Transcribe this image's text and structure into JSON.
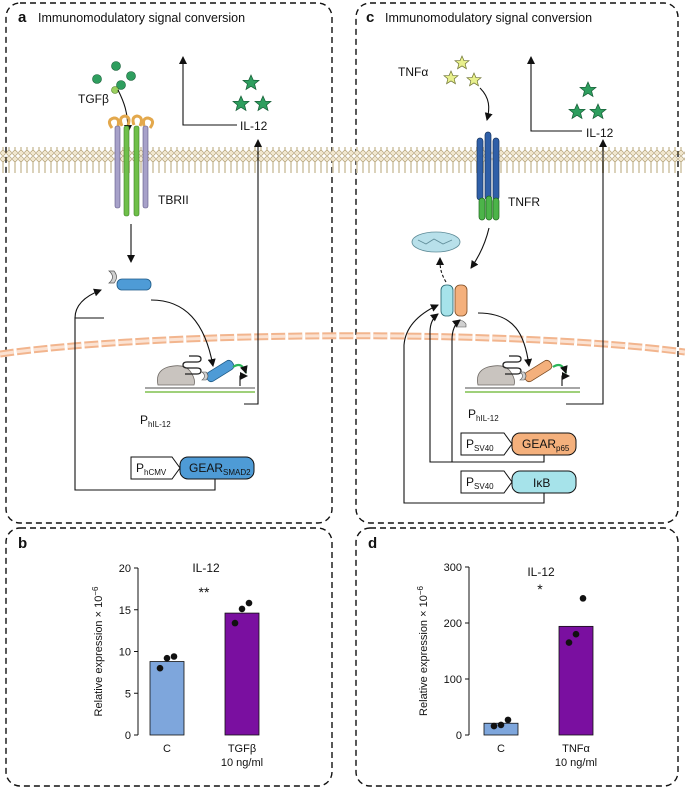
{
  "panel_a": {
    "letter": "a",
    "title": "Immunomodulatory signal conversion",
    "ligand": "TGFβ",
    "receptor": "TBRII",
    "output": "IL-12",
    "promoter": "P",
    "promoter_sub": "hIL-12",
    "construct_promoter": "P",
    "construct_promoter_sub": "hCMV",
    "construct_gene": "GEAR",
    "construct_gene_sub": "SMAD2"
  },
  "panel_c": {
    "letter": "c",
    "title": "Immunomodulatory signal conversion",
    "ligand": "TNFα",
    "receptor": "TNFR",
    "output": "IL-12",
    "promoter": "P",
    "promoter_sub": "hIL-12",
    "construct1_promoter": "P",
    "construct1_promoter_sub": "SV40",
    "construct1_gene": "GEAR",
    "construct1_gene_sub": "p65",
    "construct2_promoter": "P",
    "construct2_promoter_sub": "SV40",
    "construct2_gene": "IκB"
  },
  "chart_data": [
    {
      "panel": "b",
      "type": "bar",
      "title": "IL-12",
      "ylabel": "Relative expression × 10",
      "ylabel_exp": "−6",
      "categories": [
        "C",
        "TGFβ"
      ],
      "category_sublabels": [
        "",
        "10 ng/ml"
      ],
      "values": [
        8.8,
        14.6
      ],
      "points": [
        [
          8.0,
          9.2,
          9.4
        ],
        [
          13.4,
          15.1,
          15.8
        ]
      ],
      "ylim": [
        0,
        20
      ],
      "yticks": [
        0,
        5,
        10,
        15,
        20
      ],
      "significance": "**",
      "colors": [
        "#7ea6dc",
        "#7a0fa0"
      ]
    },
    {
      "panel": "d",
      "type": "bar",
      "title": "IL-12",
      "ylabel": "Relative expression × 10",
      "ylabel_exp": "−6",
      "categories": [
        "C",
        "TNFα"
      ],
      "category_sublabels": [
        "",
        "10 ng/ml"
      ],
      "values": [
        21,
        194
      ],
      "points": [
        [
          16,
          18,
          27
        ],
        [
          165,
          180,
          244
        ]
      ],
      "ylim": [
        0,
        300
      ],
      "yticks": [
        0,
        100,
        200,
        300
      ],
      "significance": "*",
      "colors": [
        "#7ea6dc",
        "#7a0fa0"
      ]
    }
  ]
}
